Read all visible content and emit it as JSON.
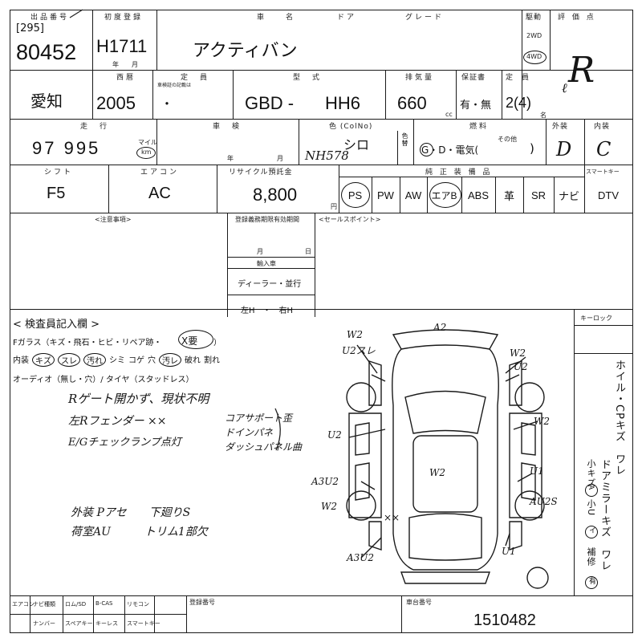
{
  "header": {
    "lot_label": "出品番号",
    "lot_prefix": "[295]",
    "lot_number": "80452",
    "first_reg_label": "初度登録",
    "first_reg_value": "H1711",
    "year_month_unit": "年　　月",
    "model_name_label": "車　　名",
    "doors_label": "ドア",
    "grade_label": "グレード",
    "model_name": "アクティバン",
    "drive_label": "駆動",
    "drive_2wd": "2WD",
    "drive_4wd": "4WD",
    "score_label": "評 価 点",
    "score_value": "R"
  },
  "row2": {
    "year_label": "西暦",
    "year_value": "2005",
    "capacity_label": "定　員",
    "capacity_sub": "車検証の記載は",
    "capacity_value": "・",
    "model_code_label": "型　式",
    "model_code_value": "GBD -",
    "model_code_suffix": "HH6",
    "displacement_label": "排気量",
    "displacement_value": "660",
    "cc_unit": "cc",
    "warranty_label": "保証書",
    "warranty_value": "有・無",
    "seats_label": "定　員",
    "seats_value": "2(4)",
    "seats_unit": "名"
  },
  "row3": {
    "mileage_label": "走　行",
    "mileage_value": "97 995",
    "mile_unit": "マイル",
    "km_unit": "km",
    "inspection_label": "車　検",
    "inspection_year": "年",
    "inspection_month": "月",
    "color_label": "色 (ColNo)",
    "color_value": "シロ",
    "color_code_handwritten": "NH578",
    "color_change_label": "色替",
    "fuel_label": "燃料",
    "fuel_value": "G・D・電気(",
    "fuel_other_label": "その他",
    "fuel_close": ")",
    "exterior_label": "外装",
    "exterior_value": "D",
    "interior_label": "内装",
    "interior_value": "C"
  },
  "row4": {
    "shift_label": "シフト",
    "shift_value": "F5",
    "ac_label": "エアコン",
    "ac_value": "AC",
    "recycle_label": "リサイクル預託金",
    "recycle_value": "8,800",
    "yen_unit": "円",
    "equipment_label": "純 正 装 備 品",
    "equipment": [
      "PS",
      "PW",
      "AW",
      "エアB",
      "ABS",
      "革",
      "SR",
      "ナビ",
      "DTV"
    ],
    "equipment_circled": [
      "PS",
      "エアB"
    ],
    "smartkey_label": "スマートキー"
  },
  "notes": {
    "caution_label": "<注意事項>",
    "reg_expiry_label": "登録義務期限有効期間",
    "month_label": "月",
    "day_label": "日",
    "import_label": "輸入車",
    "dealer_label": "ディーラー・並行",
    "handle_label": "左H　・　右H",
    "sales_label": "<セールスポイント>"
  },
  "inspector": {
    "title": "< 検査員記入欄 >",
    "line1": "Fガラス（キズ・飛石・ヒビ・リペア跡・",
    "line1_circled": "X要",
    "line1_end": "）",
    "line2_prefix": "内装",
    "line2_items": [
      "キズ",
      "スレ",
      "汚れ",
      "シミ",
      "コゲ",
      "穴",
      "汚レ",
      "破れ",
      "割れ"
    ],
    "line2_circled": [
      "キズ",
      "スレ",
      "汚れ",
      "汚レ"
    ],
    "line3": "オーディオ（無し・穴）/ タイヤ（スタッドレス）",
    "hand_notes": [
      "Rゲート開かず、現状不明",
      "左Rフェンダー ××",
      "E/Gチェックランプ点灯"
    ],
    "mid_notes": [
      "コアサポート歪",
      "ドインパネ",
      "ダッシュパネル曲"
    ],
    "lower_notes": [
      "外装 Pアセ　　下廻りS",
      "荷室AU　　　トリム1部欠"
    ]
  },
  "diagram_marks": {
    "top": "A2",
    "top_left_1": "W2",
    "top_left_2": "U2スレ",
    "top_right_1": "W2",
    "top_right_2": "U2",
    "left_mid": "U2",
    "right_mid": "W2",
    "center": "W2",
    "left_low": "A3U2",
    "right_low": "U1",
    "left_wheel": "W2",
    "right_wheel": "AU2S",
    "rear_x": "××",
    "rear_left": "A3U2",
    "rear_right": "U1"
  },
  "side": {
    "keylock_label": "キーロック",
    "col1": "ホイル・CPキズ　ワレ",
    "col2": "ドアミラーキズ　ワレ",
    "col3_a": "小キズ",
    "col3_b": "小U",
    "col3_c": "補修",
    "circle_a": "A",
    "circle_b": "イ",
    "circle_c": "有"
  },
  "footer": {
    "ac_label": "エアコン",
    "navi_label": "ナビ種類",
    "rom_label": "ロム/SD",
    "bcas_label": "B-CAS",
    "remocon_label": "リモコン",
    "reg_no_label": "登録番号",
    "number_label": "ナンバー",
    "spare_label": "スペアキー",
    "keyless_label": "キーレス",
    "smart_label": "スマートキー",
    "chassis_label": "車台番号",
    "chassis_value": "1510482"
  }
}
